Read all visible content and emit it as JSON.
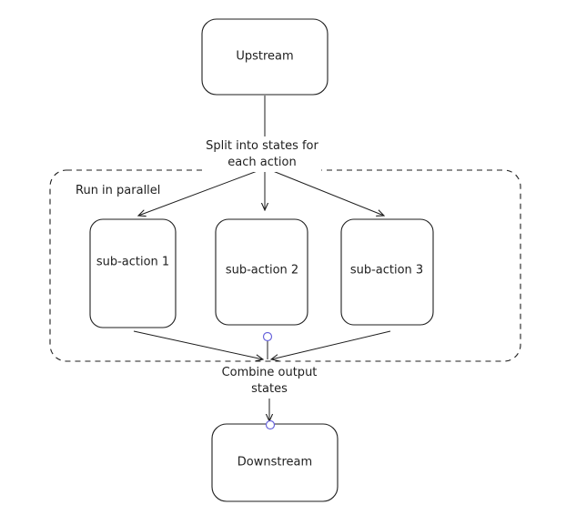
{
  "diagram": {
    "nodes": {
      "upstream": {
        "label": "Upstream"
      },
      "sub1": {
        "label": "sub-action 1"
      },
      "sub2": {
        "label": "sub-action 2"
      },
      "sub3": {
        "label": "sub-action 3"
      },
      "downstream": {
        "label": "Downstream"
      }
    },
    "group": {
      "label": "Run in parallel"
    },
    "edges": {
      "split": {
        "line1": "Split into states for",
        "line2": "each action"
      },
      "combine": {
        "line1": "Combine output",
        "line2": "states"
      }
    }
  },
  "colors": {
    "stroke": "#1e1e1e",
    "handle": "#6965db",
    "handle_fill": "#c9c6f5",
    "background": "#ffffff"
  }
}
